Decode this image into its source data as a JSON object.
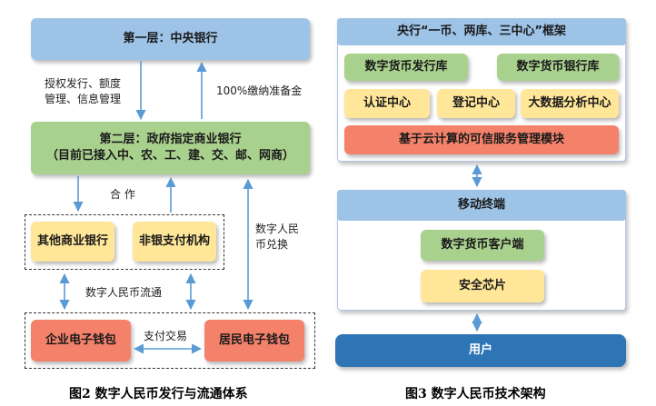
{
  "fig2": {
    "layer1": "第一层：中央银行",
    "layer2_line1": "第二层：政府指定商业银行",
    "layer2_line2": "（目前已接入中、农、工、建、交、邮、网商）",
    "auth_line1": "授权发行、额度",
    "auth_line2": "管理、信息管理",
    "reserve_label": "100%缴纳准备金",
    "cooperation_label": "合  作",
    "other_banks": "其他商业银行",
    "non_bank": "非银支付机构",
    "exchange_line1": "数字人民",
    "exchange_line2": "币兑换",
    "circulation_label": "数字人民币流通",
    "enterprise_wallet": "企业电子钱包",
    "payment_label": "支付交易",
    "resident_wallet": "居民电子钱包",
    "caption": "图2  数字人民币发行与流通体系"
  },
  "fig3": {
    "central_title": "央行“一币、两库、三中心”框架",
    "issue_library": "数字货币发行库",
    "bank_library": "数字货币银行库",
    "auth_center": "认证中心",
    "register_center": "登记中心",
    "bigdata_center": "大数据分析中心",
    "cloud_module": "基于云计算的可信服务管理模块",
    "mobile_title": "移动终端",
    "client": "数字货币客户端",
    "chip": "安全芯片",
    "user": "用户",
    "caption": "图3  数字人民币技术架构"
  },
  "colors": {
    "blue": "#9dc3e6",
    "green": "#a9d18e",
    "yellow": "#ffe699",
    "red": "#f4826b",
    "dark_blue": "#2e75b6",
    "arrow": "#5b9bd5"
  }
}
